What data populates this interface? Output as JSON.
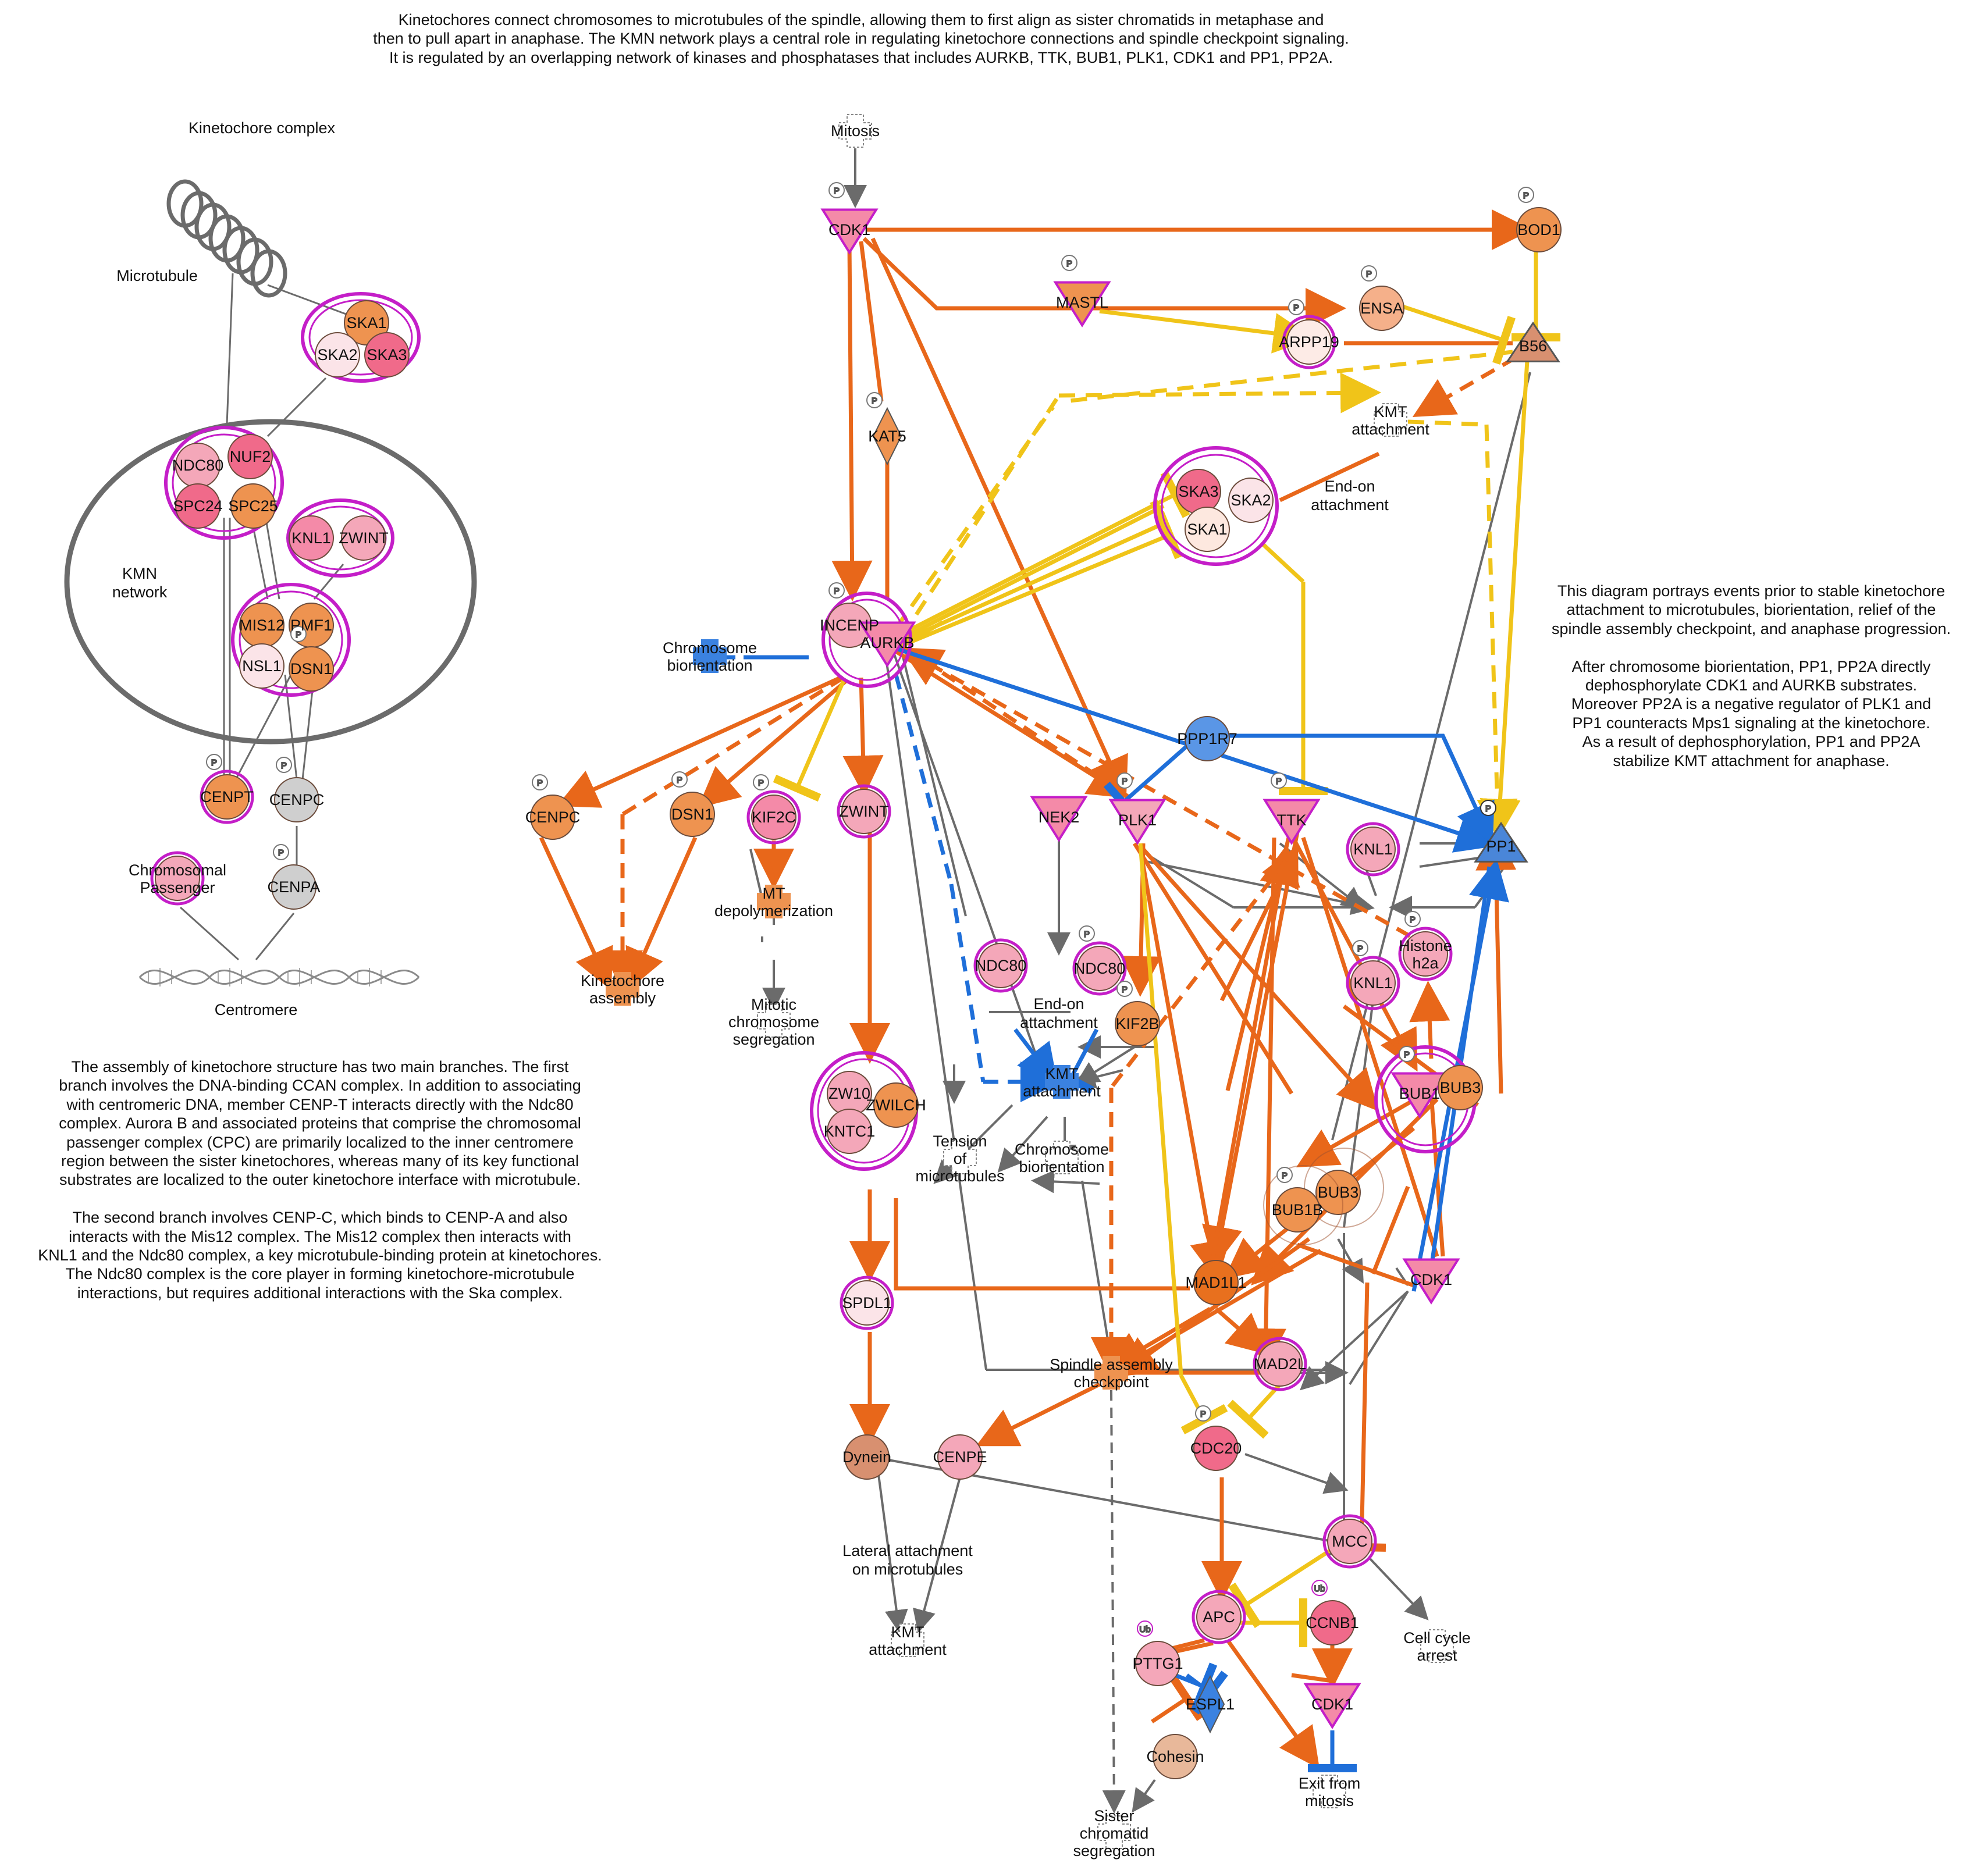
{
  "texts": {
    "top_desc": "Kinetochores connect chromosomes to microtubules of the spindle, allowing them to first align as sister chromatids in metaphase and\nthen to pull apart in anaphase. The KMN network plays a central role in regulating kinetochore connections and spindle checkpoint signaling.\nIt is regulated by an overlapping network of kinases and phosphatases that includes AURKB, TTK, BUB1, PLK1, CDK1 and PP1, PP2A.",
    "right_desc": "This diagram portrays events prior to stable kinetochore\nattachment to microtubules, biorientation, relief of the\nspindle assembly checkpoint, and anaphase progression.\n\nAfter chromosome biorientation, PP1, PP2A directly\ndephosphorylate CDK1 and AURKB substrates.\nMoreover PP2A is a negative regulator of PLK1 and\nPP1 counteracts Mps1 signaling at the kinetochore.\nAs a result of dephosphorylation, PP1 and PP2A\nstabilize KMT attachment for anaphase.",
    "left_desc": "The assembly of kinetochore structure has two main branches. The first\nbranch involves the DNA-binding CCAN complex. In addition to associating\nwith centromeric DNA, member CENP-T interacts directly with the Ndc80\ncomplex. Aurora B and associated proteins that comprise the chromosomal\npassenger complex (CPC) are primarily localized to the inner centromere\nregion between the sister kinetochores, whereas many of its key functional\nsubstrates are localized to the outer kinetochore interface with microtubule.\n\nThe second branch involves CENP-C, which binds to CENP-A and also\ninteracts with the Mis12 complex. The Mis12 complex then interacts with\nKNL1 and the Ndc80 complex, a key microtubule-binding protein at kinetochores.\nThe Ndc80 complex is the core player in forming kinetochore-microtubule\ninteractions, but requires additional interactions with the Ska complex.",
    "kinetochore_complex": "Kinetochore complex",
    "microtubule": "Microtubule",
    "kmn_network": "KMN\nnetwork",
    "centromere": "Centromere",
    "end_on_1": "End-on\nattachment",
    "end_on_2": "End-on\nattachment",
    "lateral": "Lateral attachment\non microtubules"
  },
  "nodes": [
    {
      "id": "mitosis",
      "label": "Mitosis",
      "shape": "process",
      "color": "#ffffff"
    },
    {
      "id": "cdk1_top",
      "label": "CDK1",
      "shape": "kinase",
      "color": "#f48aa8",
      "mod": "P"
    },
    {
      "id": "bod1",
      "label": "BOD1",
      "shape": "circle",
      "color": "#ee9350",
      "mod": "P"
    },
    {
      "id": "mastl",
      "label": "MASTL",
      "shape": "kinase",
      "color": "#ee9350",
      "mod": "P"
    },
    {
      "id": "ensa",
      "label": "ENSA",
      "shape": "circle",
      "color": "#f5b08a",
      "mod": "P"
    },
    {
      "id": "arpp19",
      "label": "ARPP19",
      "shape": "circle",
      "color": "#fdebe6",
      "mod": "P",
      "ring": true
    },
    {
      "id": "b56",
      "label": "B56",
      "shape": "phosphatase",
      "color": "#d89070"
    },
    {
      "id": "kat5",
      "label": "KAT5",
      "shape": "diamond",
      "color": "#ee9350",
      "mod": "P"
    },
    {
      "id": "kmt_att_top",
      "label": "KMT\nattachment",
      "shape": "process",
      "color": "#ffffff"
    },
    {
      "id": "ska3_b",
      "label": "SKA3",
      "shape": "circle",
      "color": "#f06a8a"
    },
    {
      "id": "ska2_b",
      "label": "SKA2",
      "shape": "circle",
      "color": "#fbe4e8"
    },
    {
      "id": "ska1_b",
      "label": "SKA1",
      "shape": "circle",
      "color": "#fde8df"
    },
    {
      "id": "incenp",
      "label": "INCENP",
      "shape": "circle",
      "color": "#f4a7b9",
      "mod": "P"
    },
    {
      "id": "aurkb",
      "label": "AURKB",
      "shape": "kinase",
      "color": "#f48aa8"
    },
    {
      "id": "chromo_bio_1",
      "label": "Chromosome\nbiorientation",
      "shape": "process",
      "color": "#3b82e0"
    },
    {
      "id": "cenpc_m",
      "label": "CENPC",
      "shape": "circle",
      "color": "#ee9350",
      "mod": "P"
    },
    {
      "id": "dsn1_m",
      "label": "DSN1",
      "shape": "circle",
      "color": "#ee9350",
      "mod": "P"
    },
    {
      "id": "kif2c",
      "label": "KIF2C",
      "shape": "circle",
      "color": "#f48aa8",
      "mod": "P",
      "ring": true
    },
    {
      "id": "zwint_m",
      "label": "ZWINT",
      "shape": "circle",
      "color": "#f4a7b9",
      "ring": true
    },
    {
      "id": "nek2",
      "label": "NEK2",
      "shape": "kinase",
      "color": "#f48aa8"
    },
    {
      "id": "plk1",
      "label": "PLK1",
      "shape": "kinase",
      "color": "#f4a7b9",
      "mod": "P"
    },
    {
      "id": "ttk",
      "label": "TTK",
      "shape": "kinase",
      "color": "#f48aa8",
      "mod": "P"
    },
    {
      "id": "ppp1r7",
      "label": "PPP1R7",
      "shape": "circle",
      "color": "#5a96e6"
    },
    {
      "id": "knl1_a",
      "label": "KNL1",
      "shape": "circle",
      "color": "#f4a7b9",
      "ring": true
    },
    {
      "id": "pp1",
      "label": "PP1",
      "shape": "phosphatase",
      "color": "#4a86d8",
      "mod": "P"
    },
    {
      "id": "kinetochore_assembly",
      "label": "Kinetochore\nassembly",
      "shape": "process",
      "color": "#ee9350"
    },
    {
      "id": "mt_depoly",
      "label": "MT\ndepolymerization",
      "shape": "process",
      "color": "#ee9350"
    },
    {
      "id": "mitotic_seg",
      "label": "Mitotic\nchromosome\nsegregation",
      "shape": "process",
      "color": "#ffffff"
    },
    {
      "id": "ndc80_a",
      "label": "NDC80",
      "shape": "circle",
      "color": "#f4a7b9",
      "ring": true
    },
    {
      "id": "ndc80_b",
      "label": "NDC80",
      "shape": "circle",
      "color": "#f4a7b9",
      "mod": "P",
      "ring": true
    },
    {
      "id": "kif2b",
      "label": "KIF2B",
      "shape": "circle",
      "color": "#ee9350",
      "mod": "P"
    },
    {
      "id": "kmt_att_mid",
      "label": "KMT\nattachment",
      "shape": "process",
      "color": "#3b82e0"
    },
    {
      "id": "knl1_b",
      "label": "KNL1",
      "shape": "circle",
      "color": "#f4a7b9",
      "mod": "P",
      "ring": true
    },
    {
      "id": "histone",
      "label": "Histone\nh2a",
      "shape": "circle",
      "color": "#f4a7b9",
      "mod": "P",
      "ring": true
    },
    {
      "id": "zw10",
      "label": "ZW10",
      "shape": "circle",
      "color": "#f4a7b9"
    },
    {
      "id": "zwilch",
      "label": "ZWILCH",
      "shape": "circle",
      "color": "#ee9350"
    },
    {
      "id": "kntc1",
      "label": "KNTC1",
      "shape": "circle",
      "color": "#f4a7b9"
    },
    {
      "id": "tension",
      "label": "Tension\nof\nmicrotubules",
      "shape": "process",
      "color": "#ffffff"
    },
    {
      "id": "chromo_bio_2",
      "label": "Chromosome\nbiorientation",
      "shape": "process",
      "color": "#ffffff"
    },
    {
      "id": "bub1",
      "label": "BUB1",
      "shape": "kinase",
      "color": "#f48aa8",
      "mod": "P"
    },
    {
      "id": "bub3_a",
      "label": "BUB3",
      "shape": "circle",
      "color": "#ee9350"
    },
    {
      "id": "bub3_b",
      "label": "BUB3",
      "shape": "circle",
      "color": "#ee9350"
    },
    {
      "id": "bub1b",
      "label": "BUB1B",
      "shape": "circle",
      "color": "#ee9350",
      "mod": "P"
    },
    {
      "id": "cdk1_mid",
      "label": "CDK1",
      "shape": "kinase",
      "color": "#f48aa8"
    },
    {
      "id": "spdl1",
      "label": "SPDL1",
      "shape": "circle",
      "color": "#fbe4e8",
      "ring": true
    },
    {
      "id": "mad1l1",
      "label": "MAD1L1",
      "shape": "circle",
      "color": "#e8701e"
    },
    {
      "id": "sac",
      "label": "Spindle assembly\ncheckpoint",
      "shape": "process",
      "color": "#ee9350"
    },
    {
      "id": "mad2l",
      "label": "MAD2L",
      "shape": "circle",
      "color": "#f4a7b9",
      "ring": true
    },
    {
      "id": "cdc20",
      "label": "CDC20",
      "shape": "circle",
      "color": "#f06a8a",
      "mod": "P"
    },
    {
      "id": "dynein",
      "label": "Dynein",
      "shape": "circle",
      "color": "#d89070"
    },
    {
      "id": "cenpe",
      "label": "CENPE",
      "shape": "circle",
      "color": "#f4a7b9"
    },
    {
      "id": "mcc",
      "label": "MCC",
      "shape": "circle",
      "color": "#f4a7b9",
      "ring": true
    },
    {
      "id": "apc",
      "label": "APC",
      "shape": "circle",
      "color": "#f4a7b9",
      "ring": true
    },
    {
      "id": "ccnb1",
      "label": "CCNB1",
      "shape": "circle",
      "color": "#f06a8a",
      "mod": "Ub"
    },
    {
      "id": "pttg1",
      "label": "PTTG1",
      "shape": "circle",
      "color": "#f4a7b9",
      "mod": "Ub"
    },
    {
      "id": "espl1",
      "label": "ESPL1",
      "shape": "diamond",
      "color": "#3b82e0"
    },
    {
      "id": "cdk1_bot",
      "label": "CDK1",
      "shape": "kinase",
      "color": "#f48aa8"
    },
    {
      "id": "cohesin",
      "label": "Cohesin",
      "shape": "circle",
      "color": "#e8b89a"
    },
    {
      "id": "kmt_att_bot",
      "label": "KMT\nattachment",
      "shape": "process",
      "color": "#ffffff"
    },
    {
      "id": "cell_cycle_arrest",
      "label": "Cell cycle\narrest",
      "shape": "process",
      "color": "#ffffff"
    },
    {
      "id": "exit_mitosis",
      "label": "Exit from\nmitosis",
      "shape": "process",
      "color": "#ffffff"
    },
    {
      "id": "sister_seg",
      "label": "Sister\nchromatid\nsegregation",
      "shape": "process",
      "color": "#ffffff"
    },
    {
      "id": "ska1_l",
      "label": "SKA1",
      "shape": "circle",
      "color": "#ee9350"
    },
    {
      "id": "ska2_l",
      "label": "SKA2",
      "shape": "circle",
      "color": "#fbe4e8"
    },
    {
      "id": "ska3_l",
      "label": "SKA3",
      "shape": "circle",
      "color": "#f06a8a"
    },
    {
      "id": "ndc80_l",
      "label": "NDC80",
      "shape": "circle",
      "color": "#f4a7b9"
    },
    {
      "id": "nuf2_l",
      "label": "NUF2",
      "shape": "circle",
      "color": "#f06a8a"
    },
    {
      "id": "spc24_l",
      "label": "SPC24",
      "shape": "circle",
      "color": "#f06a8a"
    },
    {
      "id": "spc25_l",
      "label": "SPC25",
      "shape": "circle",
      "color": "#ee9350"
    },
    {
      "id": "knl1_l",
      "label": "KNL1",
      "shape": "circle",
      "color": "#f48aa8"
    },
    {
      "id": "zwint_l",
      "label": "ZWINT",
      "shape": "circle",
      "color": "#f4a7b9"
    },
    {
      "id": "mis12_l",
      "label": "MIS12",
      "shape": "circle",
      "color": "#ee9350"
    },
    {
      "id": "pmf1_l",
      "label": "PMF1",
      "shape": "circle",
      "color": "#ee9350"
    },
    {
      "id": "nsl1_l",
      "label": "NSL1",
      "shape": "circle",
      "color": "#fbe4e8"
    },
    {
      "id": "dsn1_l",
      "label": "DSN1",
      "shape": "circle",
      "color": "#ee9350",
      "mod": "P"
    },
    {
      "id": "cenpt_l",
      "label": "CENPT",
      "shape": "circle",
      "color": "#ee9350",
      "mod": "P",
      "ring": true
    },
    {
      "id": "cenpc_l",
      "label": "CENPC",
      "shape": "circle",
      "color": "#cfcfcf",
      "mod": "P"
    },
    {
      "id": "chromo_pass",
      "label": "Chromosomal\nPassenger",
      "shape": "circle",
      "color": "#f4a7b9",
      "ring": true
    },
    {
      "id": "cenpa_l",
      "label": "CENPA",
      "shape": "circle",
      "color": "#cfcfcf",
      "mod": "P"
    }
  ],
  "legend_colors": {
    "activation": "#e8671a",
    "inhibition_yellow": "#f0c419",
    "inhibition_blue": "#1f6fd9",
    "neutral": "#777777",
    "complex_ring": "#c41ec8"
  }
}
